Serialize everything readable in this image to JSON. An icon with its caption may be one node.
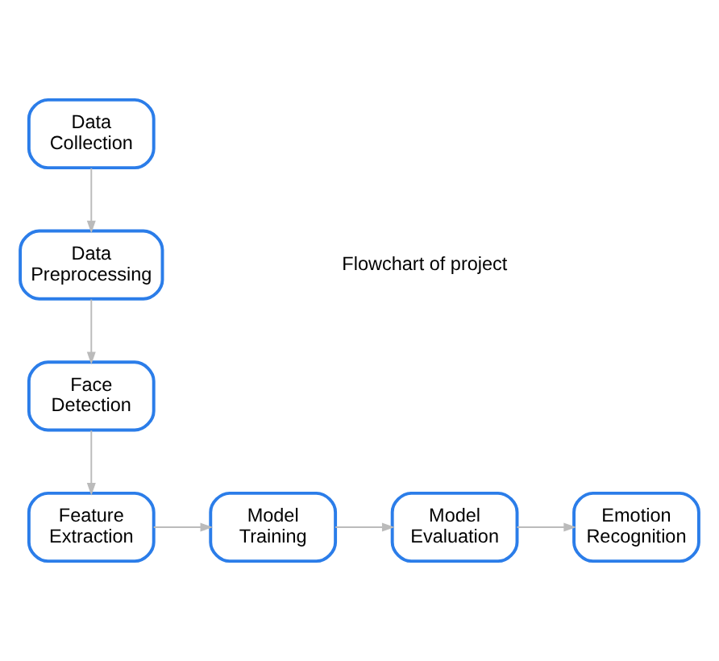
{
  "diagram": {
    "nodes": [
      {
        "text": [
          "Data Collection"
        ]
      },
      {
        "text": [
          "Data Preprocessing"
        ]
      },
      {
        "text": [
          "Face Detection"
        ]
      },
      {
        "text": [
          "Feature Extraction"
        ]
      },
      {
        "text": [
          "Model Training"
        ]
      },
      {
        "text": [
          "Model Evaluation"
        ]
      },
      {
        "text": [
          "Emotion Recognition"
        ]
      }
    ],
    "edges": [
      {
        "from": 0,
        "to": 1,
        "arrow": "to"
      },
      {
        "from": 1,
        "to": 2,
        "arrow": "to"
      },
      {
        "from": 2,
        "to": 3,
        "arrow": "to"
      },
      {
        "from": 3,
        "to": 4,
        "arrow": "to"
      },
      {
        "from": 4,
        "to": 5,
        "arrow": "to"
      },
      {
        "from": 5,
        "to": 6,
        "arrow": "to"
      }
    ],
    "labels": [
      "Flowchart of project"
    ]
  }
}
